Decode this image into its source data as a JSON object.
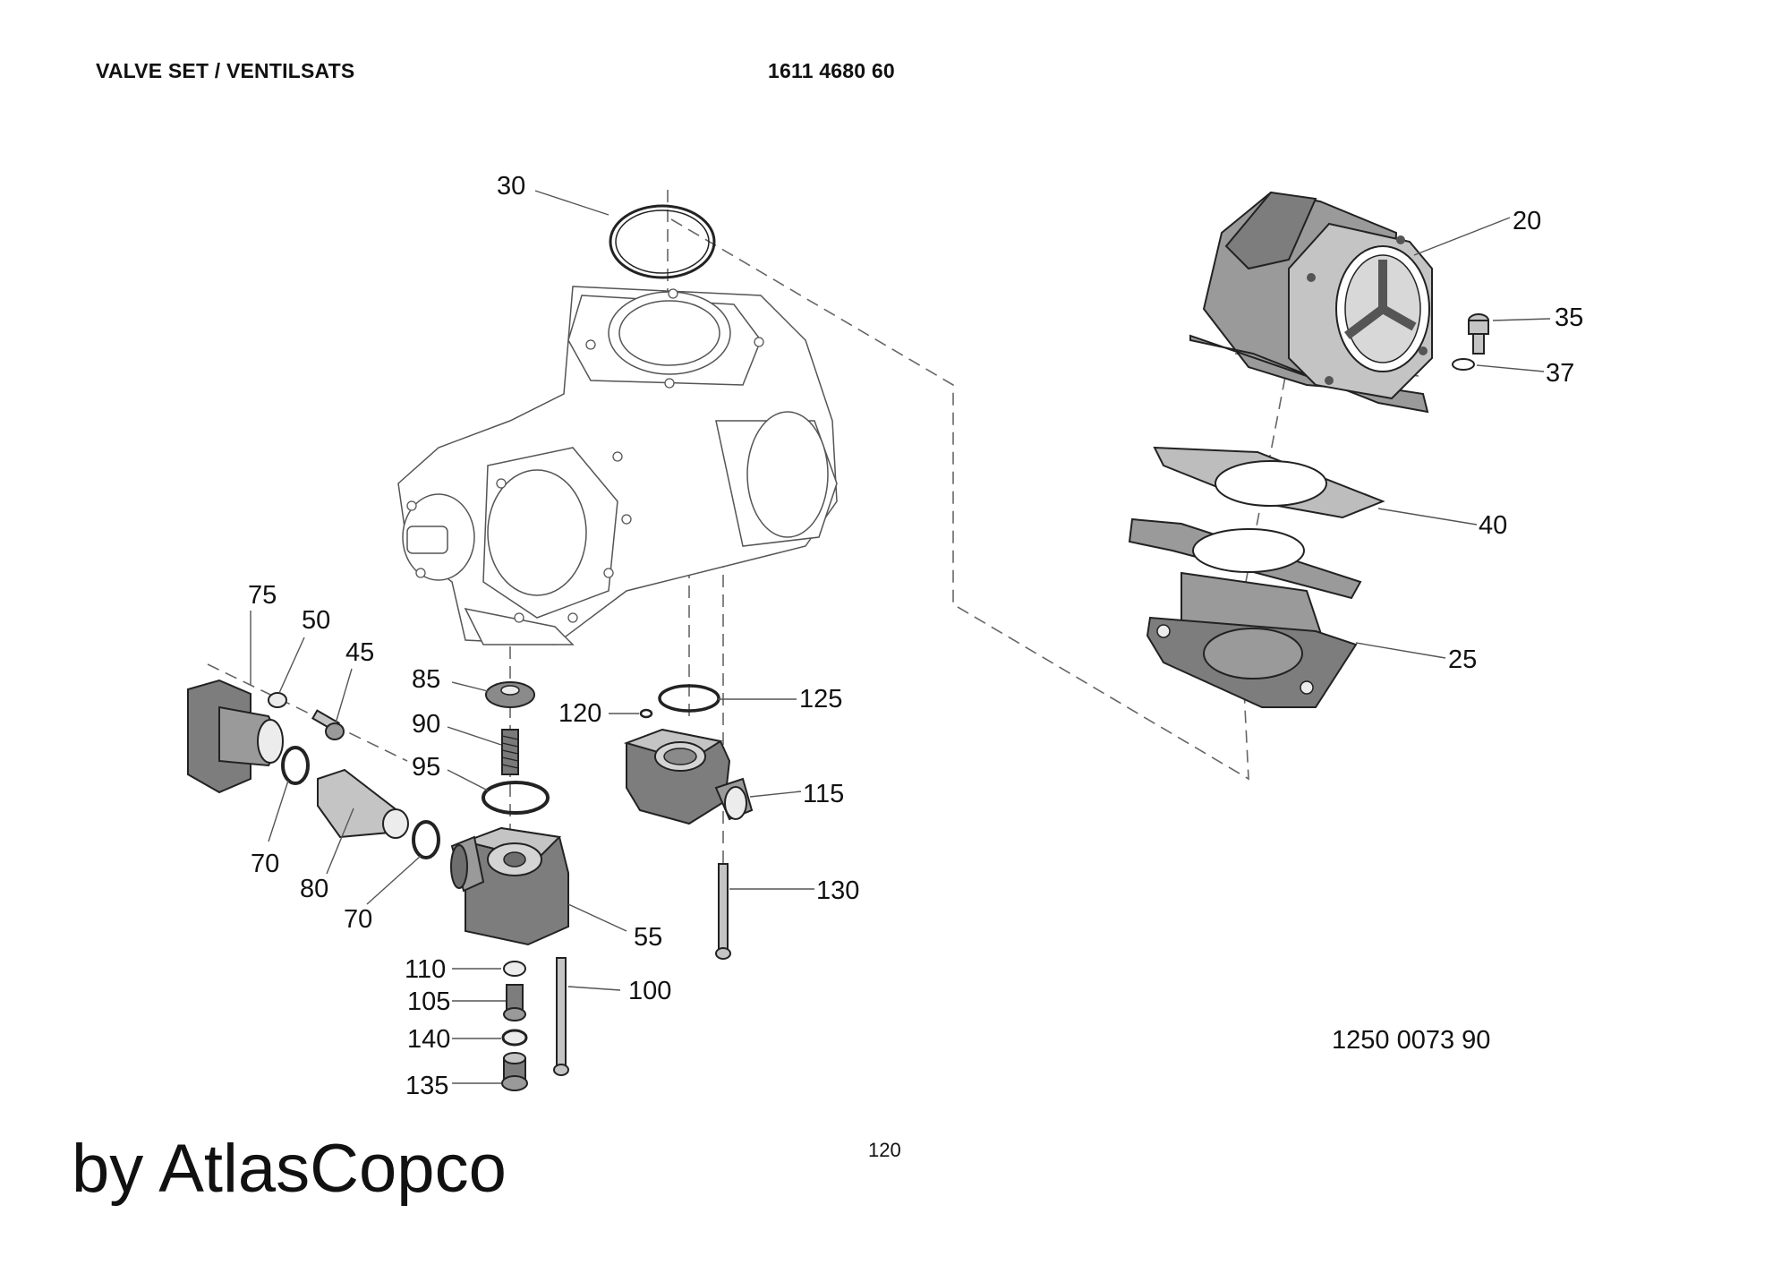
{
  "header": {
    "title": "VALVE SET / VENTILSATS",
    "part_number": "1611 4680 60"
  },
  "callouts": [
    {
      "id": "30",
      "label": "30"
    },
    {
      "id": "20",
      "label": "20"
    },
    {
      "id": "35",
      "label": "35"
    },
    {
      "id": "37",
      "label": "37"
    },
    {
      "id": "40",
      "label": "40"
    },
    {
      "id": "25",
      "label": "25"
    },
    {
      "id": "75",
      "label": "75"
    },
    {
      "id": "50",
      "label": "50"
    },
    {
      "id": "45",
      "label": "45"
    },
    {
      "id": "85",
      "label": "85"
    },
    {
      "id": "90",
      "label": "90"
    },
    {
      "id": "95",
      "label": "95"
    },
    {
      "id": "120",
      "label": "120"
    },
    {
      "id": "125",
      "label": "125"
    },
    {
      "id": "115",
      "label": "115"
    },
    {
      "id": "130",
      "label": "130"
    },
    {
      "id": "70a",
      "label": "70"
    },
    {
      "id": "80",
      "label": "80"
    },
    {
      "id": "70b",
      "label": "70"
    },
    {
      "id": "55",
      "label": "55"
    },
    {
      "id": "110",
      "label": "110"
    },
    {
      "id": "105",
      "label": "105"
    },
    {
      "id": "100",
      "label": "100"
    },
    {
      "id": "140",
      "label": "140"
    },
    {
      "id": "135",
      "label": "135"
    }
  ],
  "drawing_number": "1250 0073 90",
  "page_number": "120",
  "brand": "by AtlasCopco"
}
